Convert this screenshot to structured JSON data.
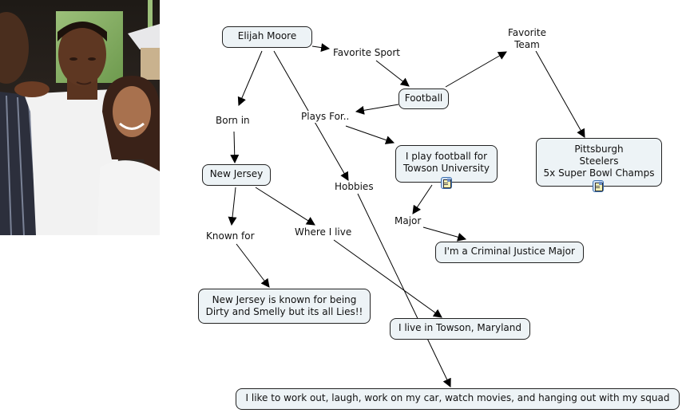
{
  "photo": {
    "description": "photo of three people; a young man in a white t-shirt in the center, a smiling woman with long dark hair on the right, a person in a striped shirt on the left"
  },
  "concepts": {
    "elijah": "Elijah Moore",
    "football": "Football",
    "new_jersey": "New Jersey",
    "towson_univ": "I play football for\nTowson University",
    "steelers": "Pittsburgh\nSteelers\n5x Super Bowl Champs",
    "major_text": "I'm a Criminal Justice Major",
    "nj_known": "New Jersey is known for being\nDirty and Smelly but its all Lies!!",
    "live_towson": "I live in Towson, Maryland",
    "hobbies_text": "I like to work out, laugh, work on my car, watch movies, and hanging out with my squad"
  },
  "links": {
    "favorite_sport": "Favorite Sport",
    "favorite_team": "Favorite\nTeam",
    "plays_for": "Plays For..",
    "born_in": "Born in",
    "hobbies": "Hobbies",
    "major": "Major",
    "known_for": "Known for",
    "where_i_live": "Where I live"
  },
  "resources": [
    {
      "attached_to": "towson_univ",
      "icon": "document-image-icon"
    },
    {
      "attached_to": "steelers",
      "icon": "document-image-icon"
    }
  ],
  "colors": {
    "concept_fill": "#edf3f6",
    "concept_border": "#222222",
    "line": "#000000"
  }
}
